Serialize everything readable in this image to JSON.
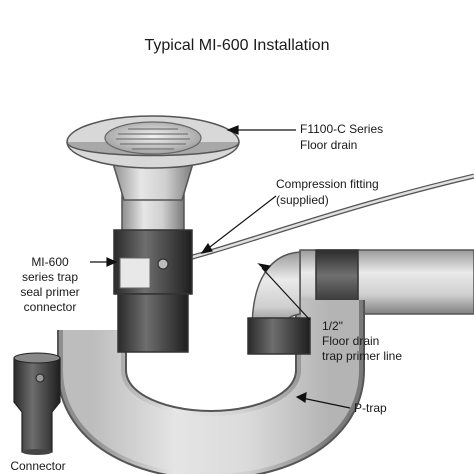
{
  "diagram": {
    "title": "Typical MI-600 Installation",
    "labels": {
      "floor_drain_line1": "F1100-C Series",
      "floor_drain_line2": "Floor drain",
      "compression_line1": "Compression fitting",
      "compression_line2": "(supplied)",
      "mi600_line1": "MI-600",
      "mi600_line2": "series trap",
      "mi600_line3": "seal primer",
      "mi600_line4": "connector",
      "primer_line1": "1/2\"",
      "primer_line2": "Floor drain",
      "primer_line3": "trap primer line",
      "ptrap": "P-trap",
      "connector": "Connector"
    }
  }
}
